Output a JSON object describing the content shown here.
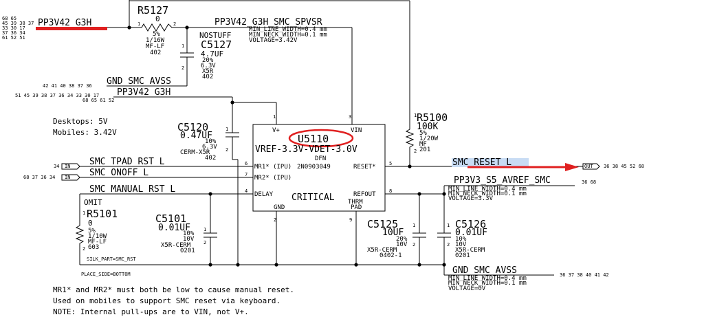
{
  "nets": {
    "pp3v42_top": "PP3V42_G3H",
    "pp3v42_top_pages": [
      "68 65",
      "45 39 38 37",
      "33 30 17",
      "37 36 34",
      "61 52 51"
    ],
    "pp3v42_mid": "PP3V42_G3H",
    "pp3v42_mid_pages": [
      "51 45 39 38 37 36 34 33 30 17",
      "68 65 61 52"
    ],
    "gnd_avss_top": "GND_SMC_AVSS",
    "gnd_avss_top_pages": "42 41 40 38 37 36",
    "spvsr": "PP3V42_G3H_SMC_SPVSR",
    "spvsr_props": [
      "MIN_LINE_WIDTH=0.4 mm",
      "MIN_NECK_WIDTH=0.1 mm",
      "VOLTAGE=3.42V"
    ],
    "tpad": "SMC_TPAD_RST_L",
    "tpad_pages": "34",
    "onoff": "SMC_ONOFF_L",
    "onoff_pages": "68 37 36 34",
    "manual": "SMC_MANUAL_RST_L",
    "reset": "SMC_RESET_L",
    "reset_pages": "36 38 45 52 68",
    "pp3v3": "PP3V3_S5_AVREF_SMC",
    "pp3v3_pages": "36 68",
    "pp3v3_props": [
      "MIN_LINE_WIDTH=0.4 mm",
      "MIN_NECK_WIDTH=0.1 mm",
      "VOLTAGE=3.3V"
    ],
    "gnd_avss_bot": "GND_SMC_AVSS",
    "gnd_avss_bot_pages": "36 37 38 40 41 42",
    "gnd_props": [
      "MIN_LINE_WIDTH=0.4 mm",
      "MIN_NECK_WIDTH=0.1 mm",
      "VOLTAGE=0V"
    ]
  },
  "ports": {
    "in": "IN",
    "out": "OUT"
  },
  "supply_note": [
    "Desktops: 5V",
    "Mobiles: 3.42V"
  ],
  "parts": {
    "r5127": {
      "ref": "R5127",
      "value": "0",
      "pin1": "1",
      "pin2": "2",
      "props": [
        "5%",
        "1/16W",
        "MF-LF",
        "402"
      ]
    },
    "c5127": {
      "ref": "C5127",
      "nostuff": "NOSTUFF",
      "value": "4.7UF",
      "pin1": "1",
      "pin2": "2",
      "props": [
        "20%",
        "6.3V",
        "X5R",
        "402"
      ]
    },
    "c5120": {
      "ref": "C5120",
      "value": "0.47UF",
      "pin1": "1",
      "pin2": "2",
      "props": [
        "10%",
        "6.3V",
        "CERM-X5R",
        "402"
      ]
    },
    "r5100": {
      "ref": "R5100",
      "value": "100K",
      "pin1": "1",
      "pin2": "2",
      "props": [
        "5%",
        "1/20W",
        "MF",
        "201"
      ]
    },
    "r5101": {
      "ref": "R5101",
      "omit": "OMIT",
      "value": "0",
      "pin1": "1",
      "pin2": "2",
      "props": [
        "5%",
        "1/10W",
        "MF-LF",
        "603"
      ],
      "silk": "SILK_PART=SMC_RST"
    },
    "c5101": {
      "ref": "C5101",
      "value": "0.01UF",
      "pin1": "1",
      "pin2": "2",
      "props": [
        "10%",
        "10V",
        "X5R-CERM",
        "0201"
      ]
    },
    "c5125": {
      "ref": "C5125",
      "value": "10UF",
      "pin1": "1",
      "pin2": "2",
      "props": [
        "20%",
        "10V",
        "X5R-CERM",
        "0402-1"
      ]
    },
    "c5126": {
      "ref": "C5126",
      "value": "0.01UF",
      "pin1": "1",
      "pin2": "2",
      "props": [
        "10%",
        "10V",
        "X5R-CERM",
        "0201"
      ]
    }
  },
  "u5110": {
    "ref": "U5110",
    "value": "VREF-3.3V-VDET-3.0V",
    "package": "DFN",
    "partnum": "2N0903049",
    "critical": "CRITICAL",
    "pins": {
      "vplus": "V+",
      "vin": "VIN",
      "mr1": "MR1* (IPU)",
      "mr2": "MR2* (IPU)",
      "delay": "DELAY",
      "reset": "RESET*",
      "refout": "REFOUT",
      "gnd": "GND",
      "thrm": "THRM",
      "pad": "PAD"
    },
    "pin_numbers": {
      "vplus": "1",
      "vin": "3",
      "mr1": "6",
      "mr2": "7",
      "delay": "4",
      "reset": "5",
      "refout": "8",
      "gnd": "2",
      "thrm": "9"
    }
  },
  "place_side": "PLACE_SIDE=BOTTOM",
  "notes": [
    "MR1* and MR2* must both be low to cause manual reset.",
    "Used on mobiles to support SMC reset via keyboard.",
    "NOTE: Internal pull-ups are to VIN, not V+."
  ],
  "colors": {
    "highlight_red": "#e02020",
    "highlight_blue": "#c8dcf4"
  }
}
